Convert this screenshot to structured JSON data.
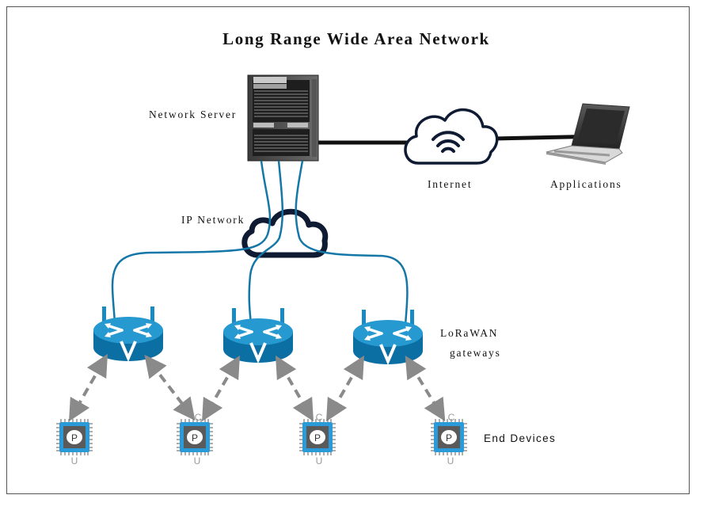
{
  "title": "Long Range Wide Area Network",
  "labels": {
    "network_server": "Network Server",
    "internet": "Internet",
    "applications": "Applications",
    "ip_network": "IP Network",
    "gateways_line1": "LoRaWAN",
    "gateways_line2": "gateways",
    "end_devices": "End Devices"
  },
  "chip": {
    "top": "C",
    "center": "P",
    "bottom": "U"
  },
  "colors": {
    "link_blue": "#1577a8",
    "router_blue": "#1a8bc2",
    "cloud_outline": "#0f1a33",
    "arrow_gray": "#8a8a8a",
    "chip_blue": "#2a9ad8"
  }
}
